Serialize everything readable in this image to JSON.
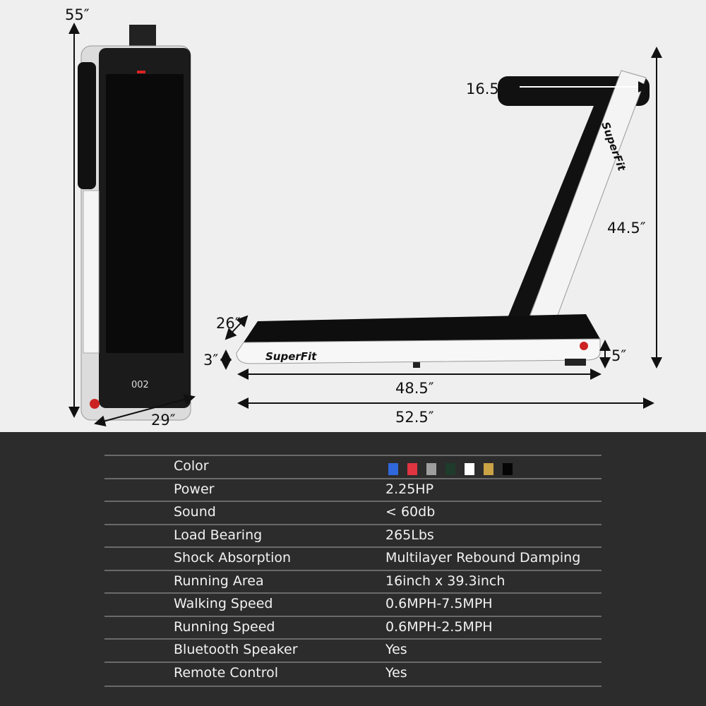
{
  "dimensions": {
    "folded_height": "55″",
    "folded_width": "29″",
    "handrail_width": "16.5″",
    "total_height": "44.5″",
    "deck_width": "26″",
    "deck_height_front": "3″",
    "deck_height_rear": "5″",
    "running_length": "48.5″",
    "total_length": "52.5″"
  },
  "product": {
    "brand": "SuperFit",
    "display_readout": "002"
  },
  "specs": {
    "rows": [
      {
        "label": "Color",
        "value": ""
      },
      {
        "label": "Power",
        "value": "2.25HP"
      },
      {
        "label": "Sound",
        "value": "< 60db"
      },
      {
        "label": "Load Bearing",
        "value": "265Lbs"
      },
      {
        "label": "Shock Absorption",
        "value": "Multilayer Rebound Damping"
      },
      {
        "label": "Running Area",
        "value": "16inch x 39.3inch"
      },
      {
        "label": "Walking Speed",
        "value": "0.6MPH-7.5MPH"
      },
      {
        "label": "Running Speed",
        "value": "0.6MPH-2.5MPH"
      },
      {
        "label": "Bluetooth Speaker",
        "value": "Yes"
      },
      {
        "label": "Remote Control",
        "value": "Yes"
      }
    ],
    "colors": [
      "#2f68dc",
      "#e03441",
      "#9e9e9e",
      "#1e3b2b",
      "#ffffff",
      "#c9a345",
      "#050505"
    ]
  }
}
